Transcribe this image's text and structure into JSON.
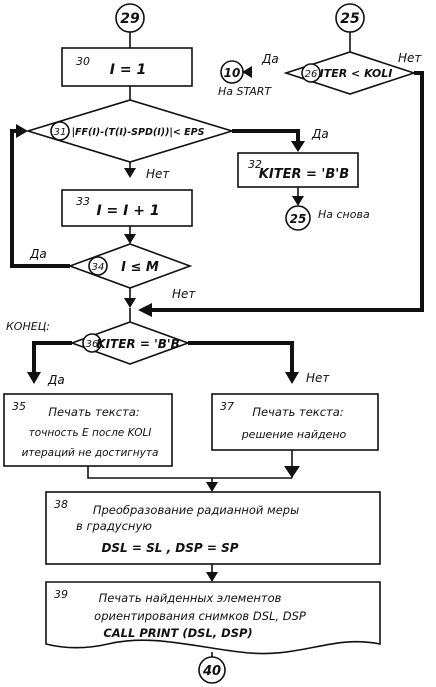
{
  "connectors": {
    "c29": "29",
    "c25_top": "25",
    "c10": "10",
    "c25_bottom": "25",
    "c40": "40"
  },
  "blocks": {
    "b30": {
      "num": "30",
      "text": "I = 1"
    },
    "b26": {
      "num": "26",
      "text": "ITER < KOLI"
    },
    "b31": {
      "num": "31",
      "text": "|FF(I)-(T(I)-SPD(I))|< EPS"
    },
    "b32": {
      "num": "32",
      "text": "KITER = 'В'В"
    },
    "b33": {
      "num": "33",
      "text": "I = I + 1"
    },
    "b34": {
      "num": "34",
      "text": "I ≤ M"
    },
    "b36": {
      "num": "36",
      "text": "KITER = 'В'В"
    },
    "b35": {
      "num": "35",
      "lines": [
        "Печать текста:",
        "точность Е после KOLI",
        "итераций не достигнута"
      ]
    },
    "b37": {
      "num": "37",
      "lines": [
        "Печать текста:",
        "решение найдено"
      ]
    },
    "b38": {
      "num": "38",
      "lines": [
        "Преобразование радианной меры",
        "в градусную",
        "DSL = SL ,    DSP = SP"
      ]
    },
    "b39": {
      "num": "39",
      "lines": [
        "Печать найденных элементов",
        "ориентирования снимков DSL, DSP",
        "CALL  PRINT (DSL, DSP)"
      ]
    }
  },
  "labels": {
    "da_10": "Да",
    "na_start": "На START",
    "net_26": "Нет",
    "da_31": "Да",
    "na_snova": "На снова",
    "net_31": "Нет",
    "da_34": "Да",
    "net_merge": "Нет",
    "kones": "КОНЕЦ:",
    "da_36": "Да",
    "net_36": "Нет"
  }
}
